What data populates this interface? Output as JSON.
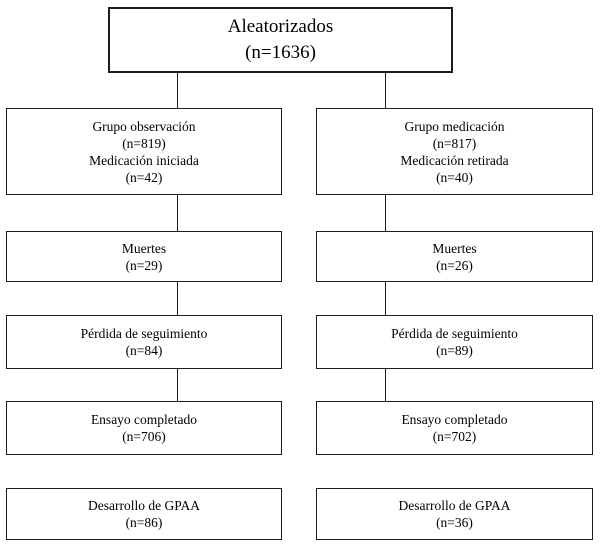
{
  "diagram": {
    "randomized": {
      "lines": [
        "Aleatorizados",
        "(n=1636)"
      ]
    },
    "left": [
      {
        "lines": [
          "Grupo observación",
          "(n=819)",
          "Medicación iniciada",
          "(n=42)"
        ]
      },
      {
        "lines": [
          "Muertes",
          "(n=29)"
        ]
      },
      {
        "lines": [
          "Pérdida de seguimiento",
          "(n=84)"
        ]
      },
      {
        "lines": [
          "Ensayo completado",
          "(n=706)"
        ]
      },
      {
        "lines": [
          "Desarrollo de GPAA",
          "(n=86)"
        ]
      }
    ],
    "right": [
      {
        "lines": [
          "Grupo medicación",
          "(n=817)",
          "Medicación retirada",
          "(n=40)"
        ]
      },
      {
        "lines": [
          "Muertes",
          "(n=26)"
        ]
      },
      {
        "lines": [
          "Pérdida de seguimiento",
          "(n=89)"
        ]
      },
      {
        "lines": [
          "Ensayo completado",
          "(n=702)"
        ]
      },
      {
        "lines": [
          "Desarrollo de GPAA",
          "(n=36)"
        ]
      }
    ]
  },
  "colors": {
    "border": "#1c1c1c",
    "line": "#1c1c1c",
    "background": "#ffffff",
    "text": "#000000"
  }
}
